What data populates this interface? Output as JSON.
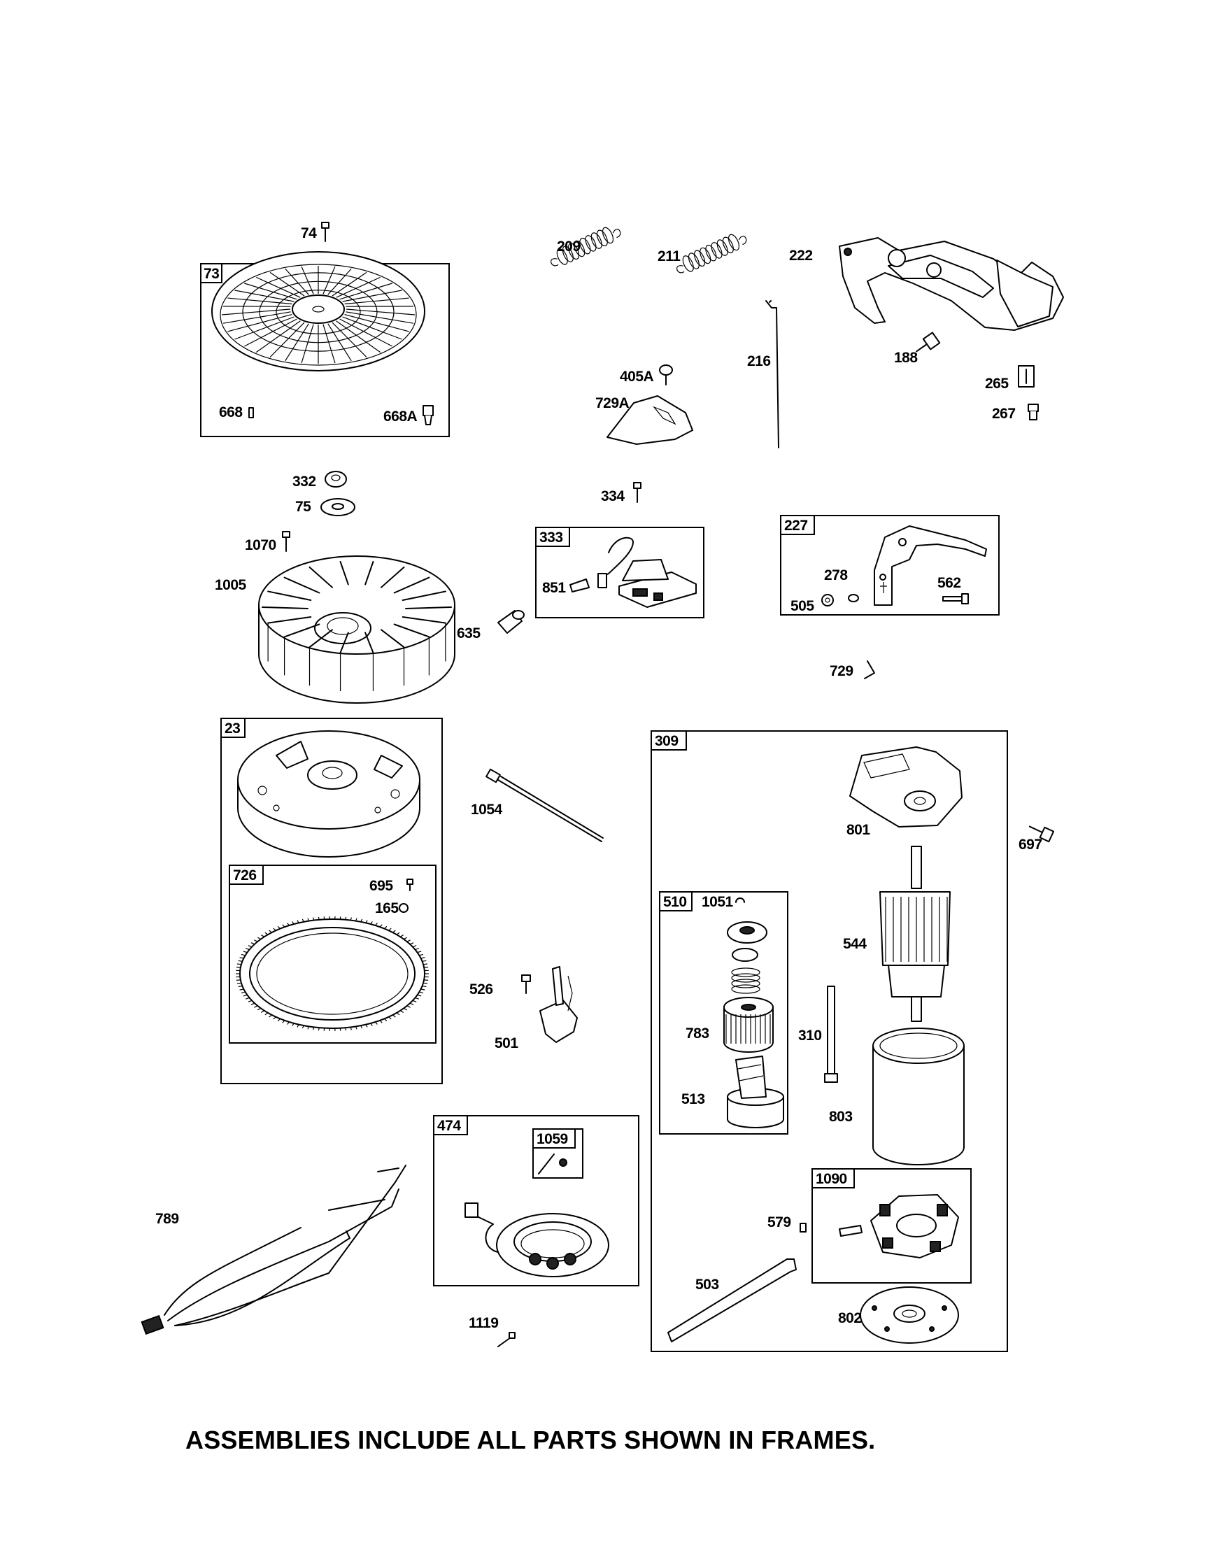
{
  "frames": [
    {
      "id": "73"
    },
    {
      "id": "333"
    },
    {
      "id": "227"
    },
    {
      "id": "23"
    },
    {
      "id": "726"
    },
    {
      "id": "309"
    },
    {
      "id": "510"
    },
    {
      "id": "474"
    },
    {
      "id": "1059"
    },
    {
      "id": "1090"
    }
  ],
  "parts": [
    "74",
    "668",
    "668A",
    "209",
    "211",
    "222",
    "216",
    "405A",
    "729A",
    "188",
    "265",
    "267",
    "332",
    "75",
    "1070",
    "1005",
    "334",
    "851",
    "635",
    "278",
    "505",
    "562",
    "729",
    "1054",
    "801",
    "697",
    "695",
    "165",
    "1051",
    "544",
    "526",
    "501",
    "783",
    "310",
    "513",
    "803",
    "789",
    "579",
    "503",
    "802",
    "1119"
  ],
  "footer_note": "ASSEMBLIES INCLUDE ALL PARTS SHOWN IN FRAMES."
}
